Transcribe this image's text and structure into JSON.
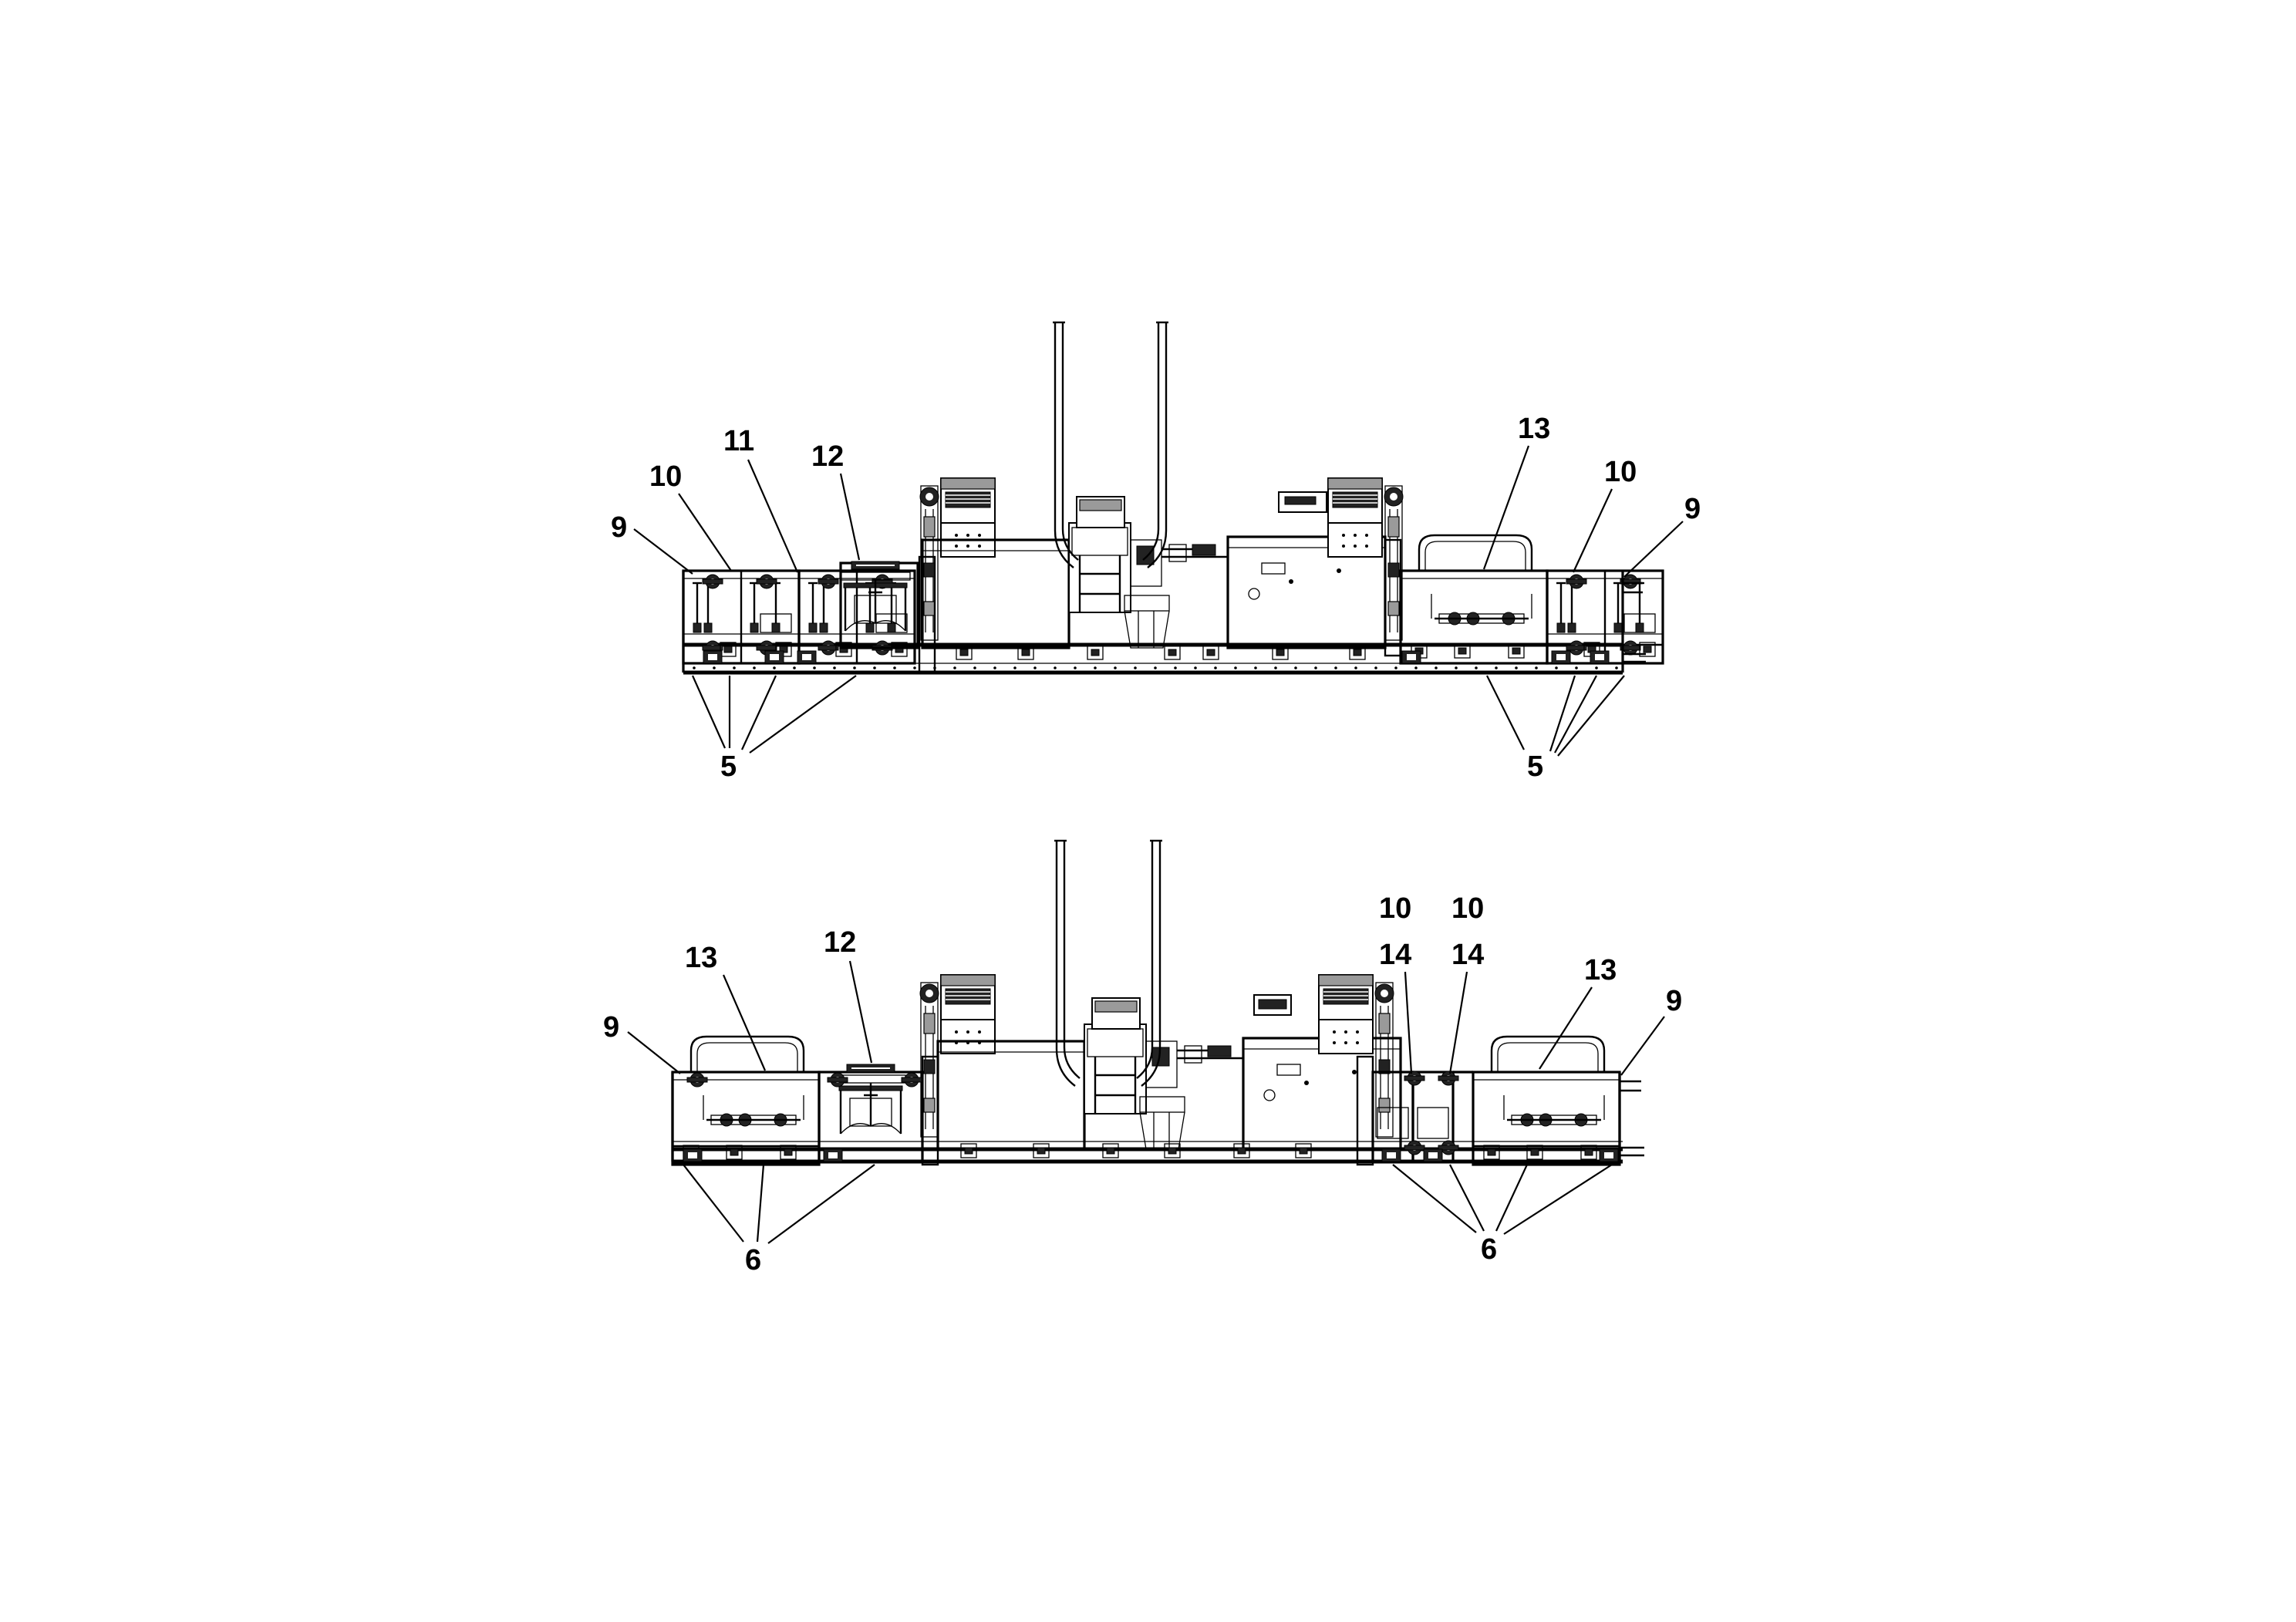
{
  "figure": {
    "views": [
      {
        "id": "top-view",
        "callouts": [
          "9",
          "10",
          "11",
          "12",
          "13",
          "10",
          "9",
          "5",
          "5"
        ]
      },
      {
        "id": "bottom-view",
        "callouts": [
          "9",
          "13",
          "12",
          "10",
          "10",
          "14",
          "14",
          "13",
          "9",
          "6",
          "6"
        ]
      }
    ]
  }
}
